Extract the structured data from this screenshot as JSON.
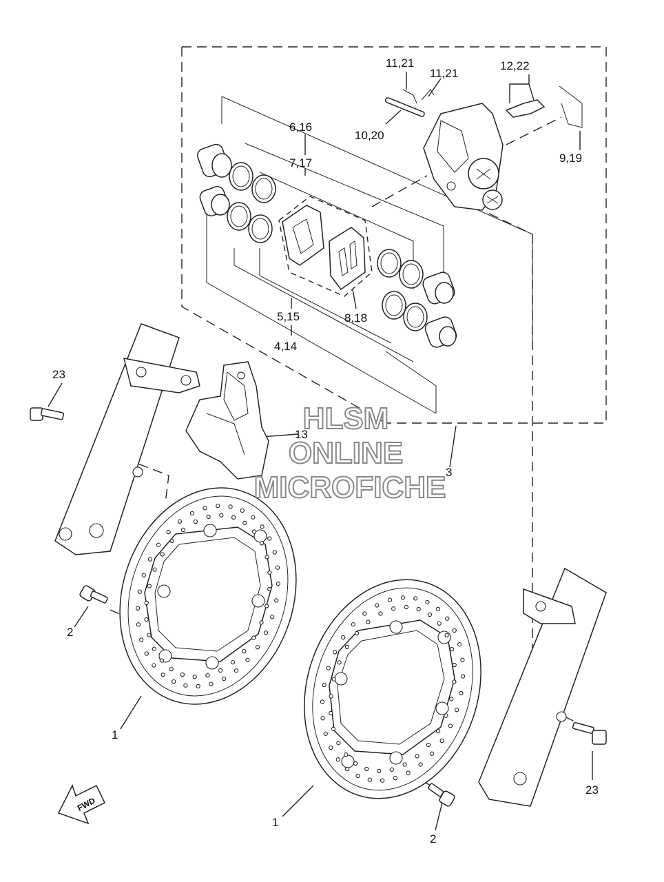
{
  "callouts": [
    {
      "id": "c1",
      "text": "11,21"
    },
    {
      "id": "c2",
      "text": "11,21"
    },
    {
      "id": "c3",
      "text": "12,22"
    },
    {
      "id": "c4",
      "text": "6,16"
    },
    {
      "id": "c5",
      "text": "10,20"
    },
    {
      "id": "c6",
      "text": "7,17"
    },
    {
      "id": "c7",
      "text": "9,19"
    },
    {
      "id": "c8",
      "text": "5,15"
    },
    {
      "id": "c9",
      "text": "8,18"
    },
    {
      "id": "c10",
      "text": "4,14"
    },
    {
      "id": "c11",
      "text": "23"
    },
    {
      "id": "c12",
      "text": "13"
    },
    {
      "id": "c13",
      "text": "3"
    },
    {
      "id": "c14",
      "text": "2"
    },
    {
      "id": "c15",
      "text": "1"
    },
    {
      "id": "c16",
      "text": "23"
    },
    {
      "id": "c17",
      "text": "1"
    },
    {
      "id": "c18",
      "text": "2"
    }
  ],
  "watermark": [
    "HLSM",
    "ONLINE",
    "MICROFICHE"
  ],
  "fwd_label": "FWD"
}
